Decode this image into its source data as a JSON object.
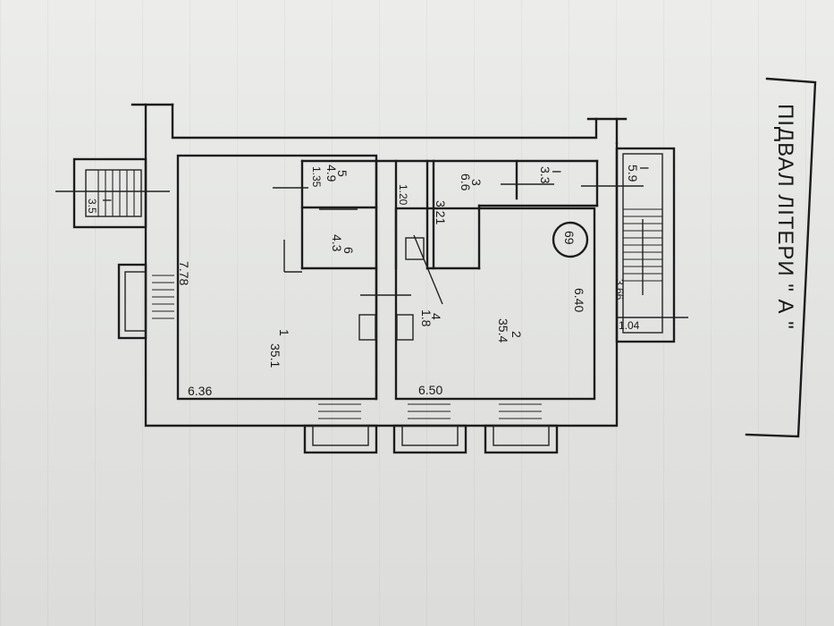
{
  "sheet_title": "ПІДВАЛ ЛІТЕРИ \" А \"",
  "plan_number": "69",
  "rooms": [
    {
      "id": "1",
      "area": "35.1",
      "dim_h": "6.36",
      "dim_v": "7.78"
    },
    {
      "id": "2",
      "area": "35.4",
      "dim_h": "6.50",
      "dim_v": "6.40"
    },
    {
      "id": "3",
      "area": "6.6",
      "dim": "3.21"
    },
    {
      "id": "4",
      "area": "1.8",
      "dim": "1.20"
    },
    {
      "id": "5",
      "area": "4.9",
      "dim": "1.35"
    },
    {
      "id": "6",
      "area": "4.3"
    },
    {
      "id": "I",
      "area": "3.3"
    },
    {
      "id": "I",
      "area": "5.9",
      "dim": "3.66",
      "dim2": "1.04"
    },
    {
      "id": "I",
      "area": "3.5"
    }
  ]
}
